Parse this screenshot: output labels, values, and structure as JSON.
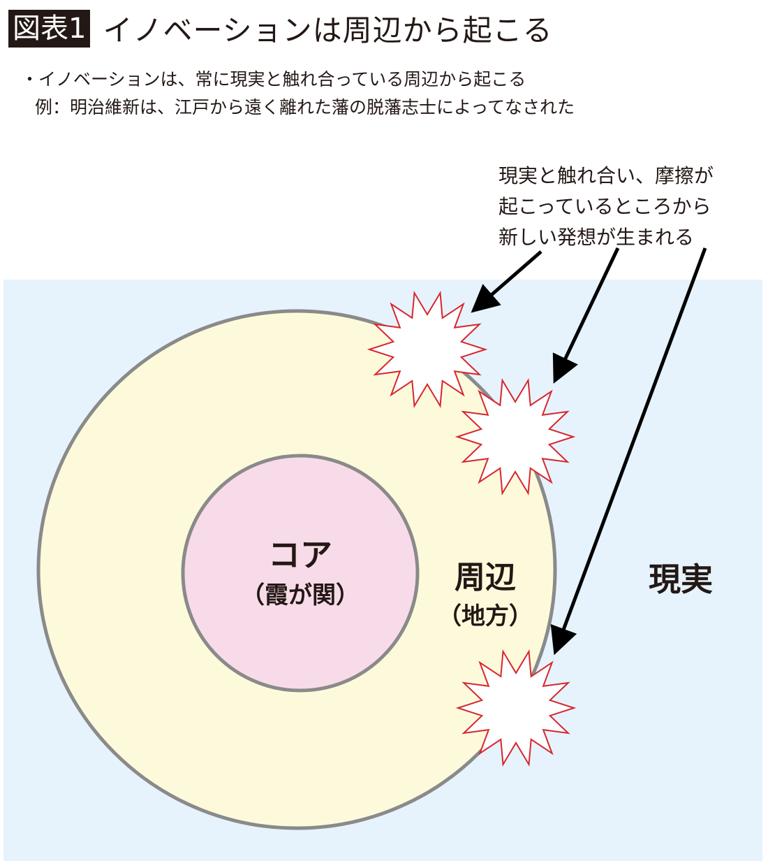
{
  "header": {
    "badge": "図表1",
    "title": "イノベーションは周辺から起こる"
  },
  "bullets": [
    "・イノベーションは、常に現実と触れ合っている周辺から起こる",
    "例：明治維新は、江戸から遠く離れた藩の脱藩志士によってなされた"
  ],
  "annotation": [
    "現実と触れ合い、摩擦が",
    "起こっているところから",
    "新しい発想が生まれる"
  ],
  "diagram": {
    "core": {
      "label": "コア",
      "sub": "（霞が関）"
    },
    "periphery": {
      "label": "周辺",
      "sub": "（地方）"
    },
    "reality": {
      "label": "現実"
    }
  },
  "colors": {
    "reality": "#e6f3fc",
    "periphery": "#fdfadb",
    "core": "#f8dbe9",
    "stroke": "#8a8a8a",
    "burst": "#d7262e"
  }
}
